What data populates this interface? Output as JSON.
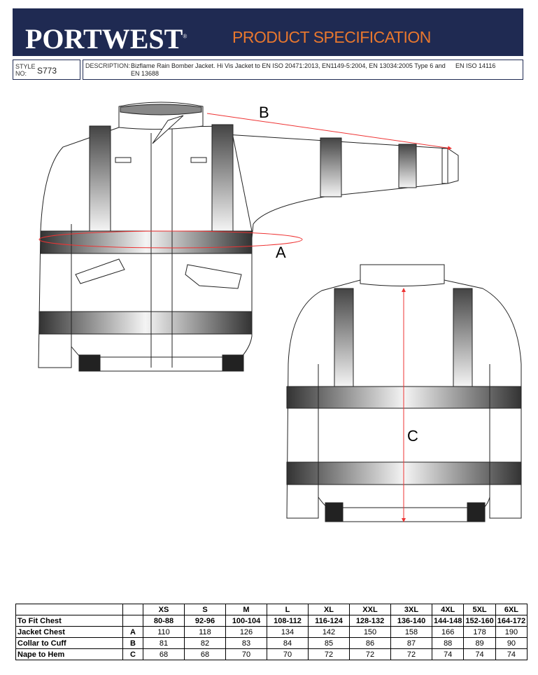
{
  "header": {
    "brand": "PORTWEST",
    "registered": "®",
    "title": "PRODUCT SPECIFICATION",
    "colors": {
      "navy": "#1f2a52",
      "orange": "#e8772e"
    }
  },
  "info": {
    "style_label": "STYLE NO:",
    "style_value": "S773",
    "description_label": "DESCRIPTION:",
    "description": "Bizflame Rain Bomber Jacket. Hi Vis Jacket to EN ISO 20471:2013, EN1149-5:2004, EN 13034:2005 Type 6 and EN 13688",
    "description_extra": "EN ISO 14116"
  },
  "drawing": {
    "labels": {
      "a": "A",
      "b": "B",
      "c": "C"
    }
  },
  "size_table": {
    "sizes": [
      "XS",
      "S",
      "M",
      "L",
      "XL",
      "XXL",
      "3XL",
      "4XL",
      "5XL",
      "6XL"
    ],
    "fit_label": "To Fit Chest",
    "fit": [
      "80-88",
      "92-96",
      "100-104",
      "108-112",
      "116-124",
      "128-132",
      "136-140",
      "144-148",
      "152-160",
      "164-172"
    ],
    "rows": [
      {
        "label": "Jacket Chest",
        "code": "A",
        "values": [
          "110",
          "118",
          "126",
          "134",
          "142",
          "150",
          "158",
          "166",
          "178",
          "190"
        ]
      },
      {
        "label": "Collar to Cuff",
        "code": "B",
        "values": [
          "81",
          "82",
          "83",
          "84",
          "85",
          "86",
          "87",
          "88",
          "89",
          "90"
        ]
      },
      {
        "label": "Nape to Hem",
        "code": "C",
        "values": [
          "68",
          "68",
          "70",
          "70",
          "72",
          "72",
          "72",
          "74",
          "74",
          "74"
        ]
      }
    ]
  }
}
